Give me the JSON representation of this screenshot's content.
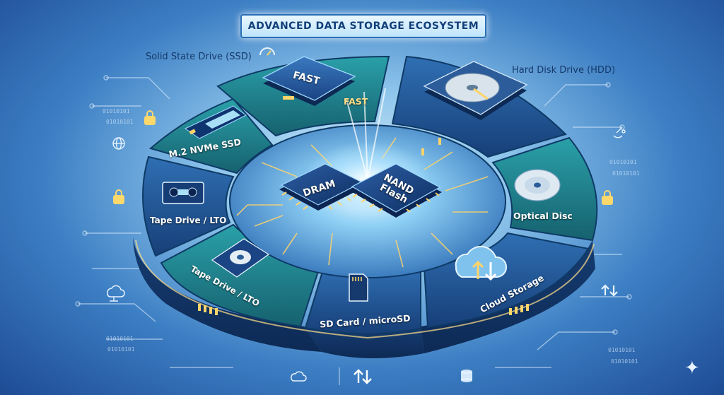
{
  "title": "ADVANCED DATA STORAGE ECOSYSTEM",
  "outer_labels": {
    "ssd": "Solid State Drive (SSD)",
    "hdd": "Hard Disk Drive (HDD)"
  },
  "segments": {
    "ssd": {
      "label": "FAST",
      "device_text": "FAST"
    },
    "nvme": {
      "label": "M.2 NVMe SSD"
    },
    "tape_upper": {
      "label": "Tape Drive / LTO"
    },
    "tape_lower": {
      "label": "Tape Drive / LTO"
    },
    "sdcard": {
      "label": "SD Card / microSD"
    },
    "cloud": {
      "label": "Cloud Storage"
    },
    "optical": {
      "label": "Optical Disc"
    }
  },
  "chips": {
    "dram": "DRAM",
    "nand_line1": "NAND",
    "nand_line2": "Flash"
  },
  "binary": "01010101",
  "colors": {
    "platform_teal": "#1f7f8e",
    "platform_blue": "#1e4e8c",
    "circuit_glow": "#ffd46a",
    "background_deep": "#1d4b94"
  }
}
